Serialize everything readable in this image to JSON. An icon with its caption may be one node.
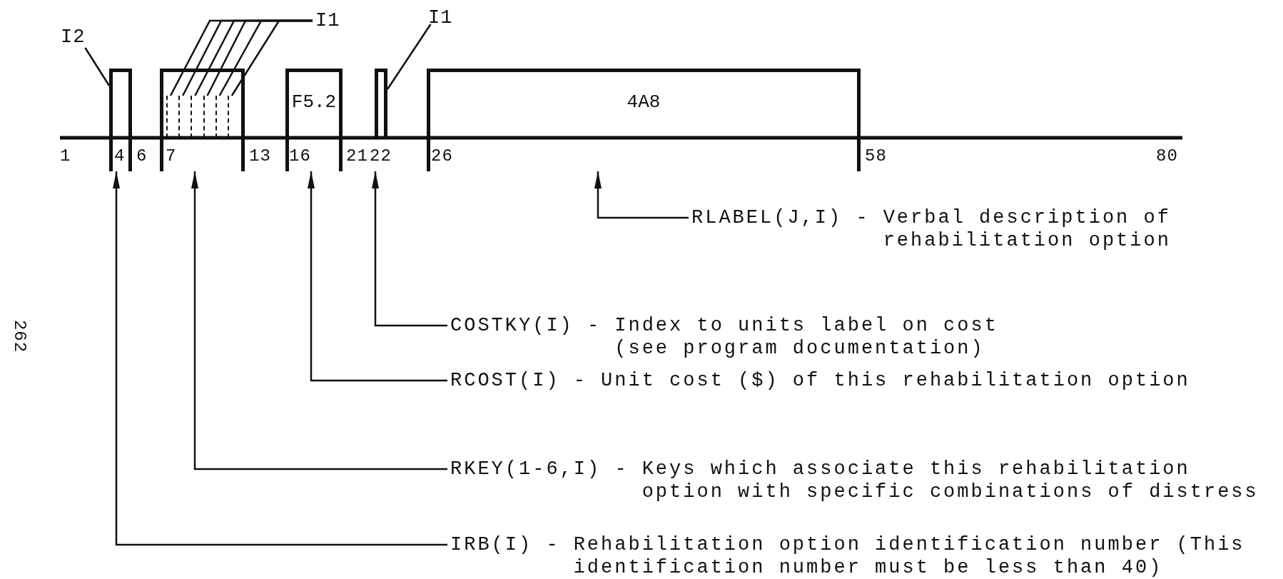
{
  "diagram": {
    "nodes": [
      {
        "text": [
          "I2"
        ]
      },
      {
        "text": [
          "I1"
        ]
      },
      {
        "text": [
          "I1"
        ]
      },
      {
        "text": [],
        "shape": "box"
      },
      {
        "text": [],
        "shape": "box"
      },
      {
        "text": [],
        "shape": "box",
        "in": 4
      },
      {
        "text": [],
        "shape": "box",
        "in": 4
      },
      {
        "text": [],
        "shape": "box",
        "in": 4
      },
      {
        "text": [],
        "shape": "box",
        "in": 4
      },
      {
        "text": [],
        "shape": "box",
        "in": 4
      },
      {
        "text": [],
        "shape": "box",
        "in": 4
      },
      {
        "text": [
          "F5.2"
        ]
      },
      {
        "text": [],
        "shape": "box"
      },
      {
        "text": [
          "4A8"
        ]
      },
      {
        "text": [
          "RLABEL(J,I) -",
          "Verbal description of rehabilitation option"
        ]
      },
      {
        "text": [
          "COSTKY(I) -",
          "Index to units label on cost (see program documentation)"
        ]
      },
      {
        "text": [
          "RCOST(I) -",
          "Unit cost ($) of this rehabilitation option"
        ]
      },
      {
        "text": [
          "RKEY(1-6,I) -",
          "Keys which associate this rehabilitation option with specific combinations of distress"
        ]
      },
      {
        "text": [
          "IRB(I) -",
          "Rehabilitation option identification number (This identification number must be less than 40)"
        ]
      }
    ],
    "edges": [
      {
        "from": 0,
        "to": 3,
        "arrow": "none"
      },
      {
        "from": 1,
        "to": 5,
        "arrow": "none"
      },
      {
        "from": 1,
        "to": 6,
        "arrow": "none"
      },
      {
        "from": 1,
        "to": 7,
        "arrow": "none"
      },
      {
        "from": 1,
        "to": 8,
        "arrow": "none"
      },
      {
        "from": 1,
        "to": 9,
        "arrow": "none"
      },
      {
        "from": 1,
        "to": 10,
        "arrow": "none"
      },
      {
        "from": 2,
        "to": 12,
        "arrow": "none"
      },
      {
        "from": 14,
        "to": 13,
        "arrow": "to"
      },
      {
        "from": 15,
        "to": 12,
        "arrow": "to"
      },
      {
        "from": 16,
        "to": 11,
        "arrow": "to"
      },
      {
        "from": 17,
        "to": 4,
        "arrow": "to"
      },
      {
        "from": 18,
        "to": 3,
        "arrow": "to"
      }
    ],
    "labels": [
      "1",
      "4",
      "6",
      "7",
      "13",
      "16",
      "21",
      "22",
      "26",
      "58",
      "80",
      "262"
    ]
  }
}
